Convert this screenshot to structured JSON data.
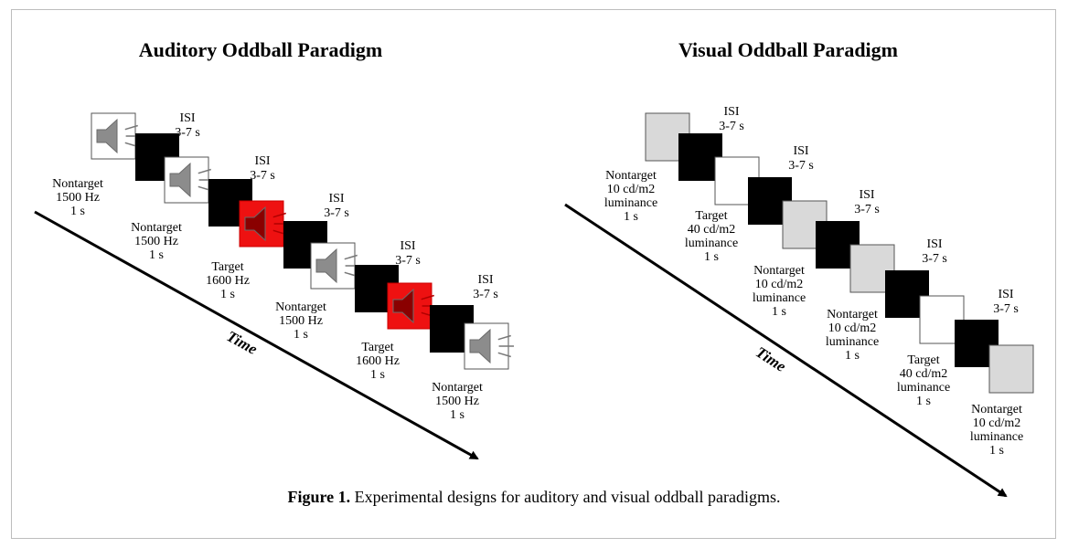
{
  "figure": {
    "caption_label": "Figure 1.",
    "caption_text": " Experimental designs for auditory and visual oddball paradigms."
  },
  "auditory": {
    "title": "Auditory Oddball Paradigm",
    "time_label": "Time",
    "stimuli": [
      {
        "type": "nontarget",
        "lines": [
          "Nontarget",
          "1500 Hz",
          "1 s"
        ]
      },
      {
        "type": "nontarget",
        "lines": [
          "Nontarget",
          "1500 Hz",
          "1 s"
        ]
      },
      {
        "type": "target",
        "lines": [
          "Target",
          "1600 Hz",
          "1 s"
        ]
      },
      {
        "type": "nontarget",
        "lines": [
          "Nontarget",
          "1500 Hz",
          "1 s"
        ]
      },
      {
        "type": "target",
        "lines": [
          "Target",
          "1600 Hz",
          "1 s"
        ]
      },
      {
        "type": "nontarget",
        "lines": [
          "Nontarget",
          "1500 Hz",
          "1 s"
        ]
      }
    ],
    "isi": [
      [
        "ISI",
        "3-7 s"
      ],
      [
        "ISI",
        "3-7 s"
      ],
      [
        "ISI",
        "3-7 s"
      ],
      [
        "ISI",
        "3-7 s"
      ],
      [
        "ISI",
        "3-7 s"
      ]
    ]
  },
  "visual": {
    "title": "Visual Oddball Paradigm",
    "time_label": "Time",
    "stimuli": [
      {
        "type": "nontarget",
        "lines": [
          "Nontarget",
          "10 cd/m2",
          "luminance",
          "1 s"
        ]
      },
      {
        "type": "target",
        "lines": [
          "Target",
          "40 cd/m2",
          "luminance",
          "1 s"
        ]
      },
      {
        "type": "nontarget",
        "lines": [
          "Nontarget",
          "10 cd/m2",
          "luminance",
          "1 s"
        ]
      },
      {
        "type": "nontarget",
        "lines": [
          "Nontarget",
          "10 cd/m2",
          "luminance",
          "1 s"
        ]
      },
      {
        "type": "target",
        "lines": [
          "Target",
          "40 cd/m2",
          "luminance",
          "1 s"
        ]
      },
      {
        "type": "nontarget",
        "lines": [
          "Nontarget",
          "10 cd/m2",
          "luminance",
          "1 s"
        ]
      }
    ],
    "isi": [
      [
        "ISI",
        "3-7 s"
      ],
      [
        "ISI",
        "3-7 s"
      ],
      [
        "ISI",
        "3-7 s"
      ],
      [
        "ISI",
        "3-7 s"
      ],
      [
        "ISI",
        "3-7 s"
      ]
    ]
  },
  "colors": {
    "isi_box": "#000000",
    "aud_nontarget_bg": "#ffffff",
    "aud_target_bg": "#ee1111",
    "aud_nontarget_speaker": "#8c8c8c",
    "aud_target_speaker": "#8a0000",
    "vis_nontarget": "#d9d9d9",
    "vis_target": "#ffffff"
  },
  "icons": {
    "stimulus": "speaker-icon"
  }
}
